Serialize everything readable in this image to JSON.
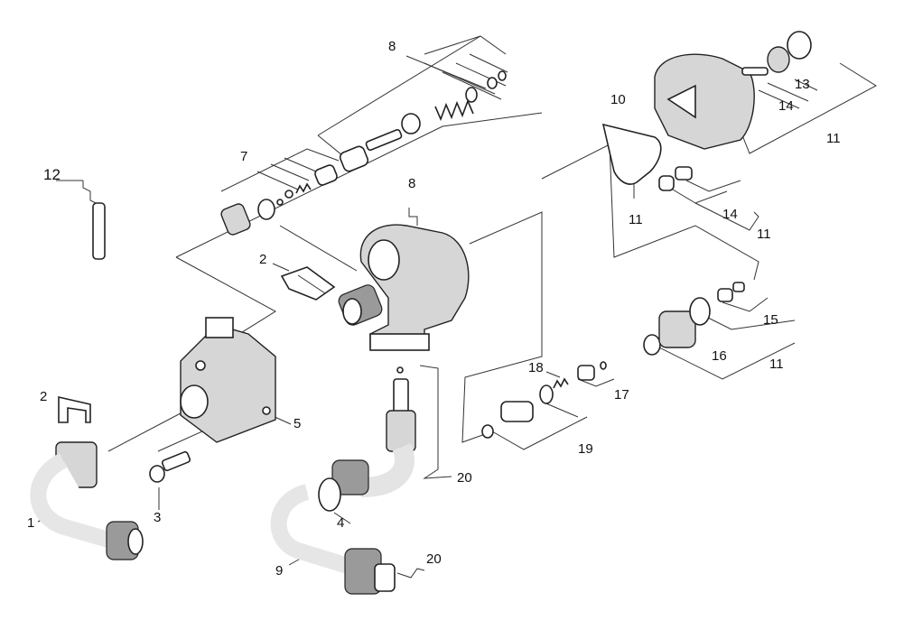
{
  "callouts": {
    "c1": "1",
    "c2a": "2",
    "c2b": "2",
    "c3": "3",
    "c4": "4",
    "c5": "5",
    "c7": "7",
    "c8a": "8",
    "c8b": "8",
    "c9": "9",
    "c10": "10",
    "c11a": "11",
    "c11b": "11",
    "c11c": "11",
    "c11d": "11",
    "c12": "12",
    "c13": "13",
    "c14a": "14",
    "c14b": "14",
    "c15": "15",
    "c16": "16",
    "c17": "17",
    "c18": "18",
    "c19": "19",
    "c20a": "20",
    "c20b": "20"
  },
  "colors": {
    "ink": "#222222",
    "shade": "#d6d6d6",
    "background": "#ffffff"
  }
}
